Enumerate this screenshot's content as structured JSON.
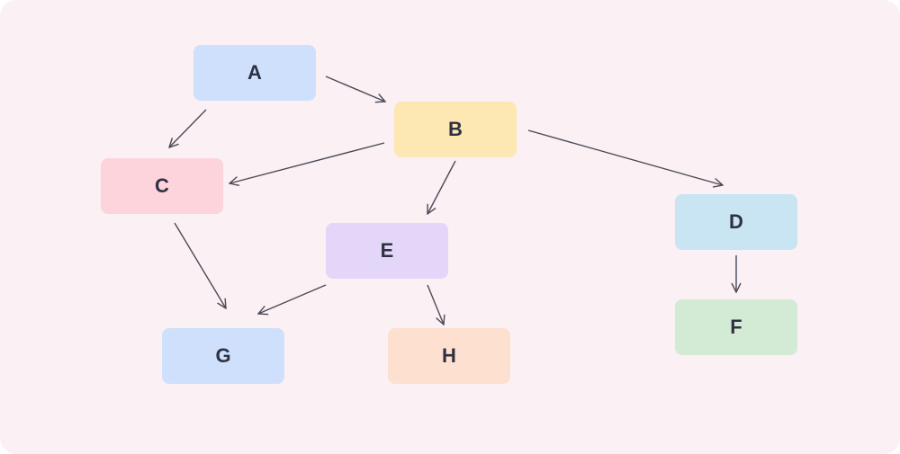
{
  "nodes": [
    {
      "id": "A",
      "label": "A",
      "color": "#cfe0fd"
    },
    {
      "id": "B",
      "label": "B",
      "color": "#fde8b4"
    },
    {
      "id": "C",
      "label": "C",
      "color": "#fdd4dc"
    },
    {
      "id": "D",
      "label": "D",
      "color": "#c9e4f3"
    },
    {
      "id": "E",
      "label": "E",
      "color": "#e3d6f9"
    },
    {
      "id": "F",
      "label": "F",
      "color": "#d3ead4"
    },
    {
      "id": "G",
      "label": "G",
      "color": "#cfe0fd"
    },
    {
      "id": "H",
      "label": "H",
      "color": "#fde0cf"
    }
  ],
  "edges": [
    {
      "from": "A",
      "to": "B"
    },
    {
      "from": "A",
      "to": "C"
    },
    {
      "from": "B",
      "to": "C"
    },
    {
      "from": "B",
      "to": "E"
    },
    {
      "from": "B",
      "to": "D"
    },
    {
      "from": "C",
      "to": "G"
    },
    {
      "from": "E",
      "to": "G"
    },
    {
      "from": "E",
      "to": "H"
    },
    {
      "from": "D",
      "to": "F"
    }
  ],
  "colors": {
    "background": "#fbf0f4",
    "edge": "#4a4b57",
    "text": "#2f3140"
  }
}
